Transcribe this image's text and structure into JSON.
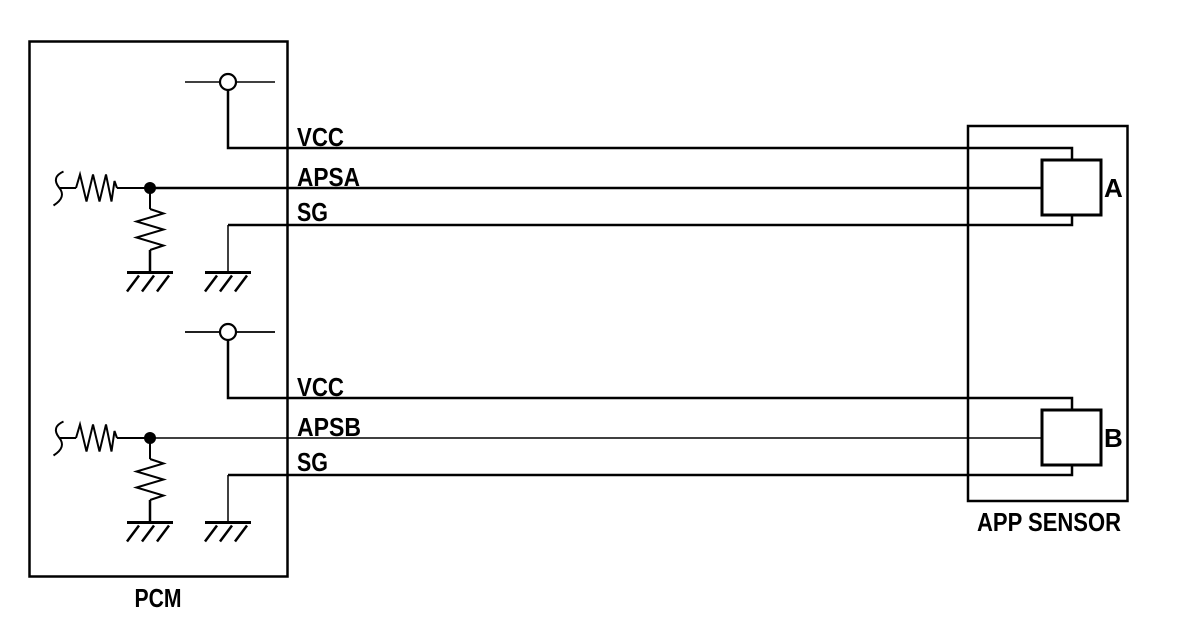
{
  "diagram": {
    "type": "automotive-wiring-diagram",
    "pcm": {
      "label": "PCM"
    },
    "sensor": {
      "label": "APP SENSOR",
      "connector_a": "A",
      "connector_b": "B"
    },
    "channel_a": {
      "vcc": "VCC",
      "signal": "APSA",
      "ground": "SG"
    },
    "channel_b": {
      "vcc": "VCC",
      "signal": "APSB",
      "ground": "SG"
    },
    "colors": {
      "line": "#000000",
      "background": "#ffffff"
    }
  }
}
